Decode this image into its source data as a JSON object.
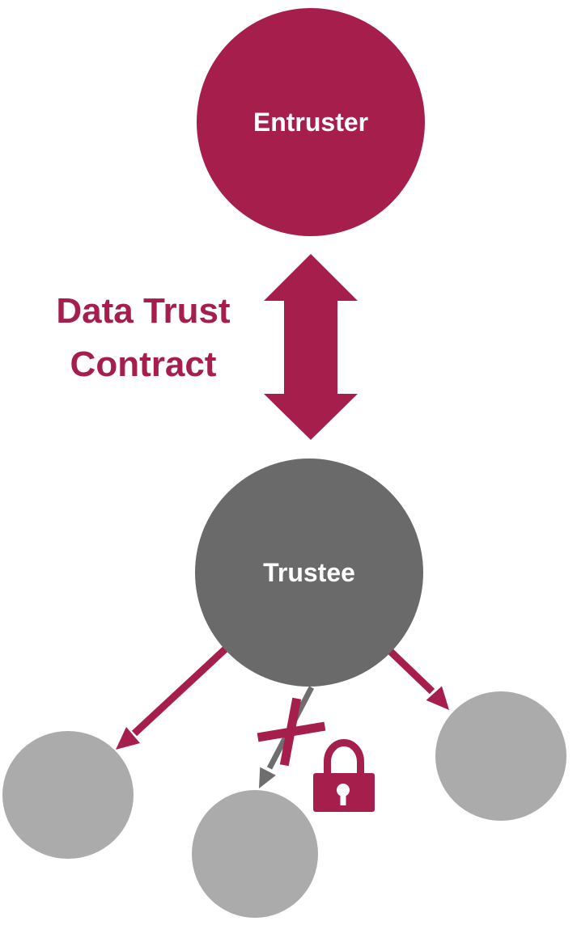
{
  "colors": {
    "crimson": "#A61E4C",
    "node_dark_gray": "#6A6A6A",
    "node_light_gray": "#ABABAB",
    "arrow_gray": "#6E6E6E",
    "background": "#FFFFFF",
    "label_white": "#FFFFFF"
  },
  "nodes": {
    "entruster": {
      "label": "Entruster"
    },
    "trustee": {
      "label": "Trustee"
    },
    "recipients": {
      "count": 3,
      "labels": [
        "",
        "",
        ""
      ]
    }
  },
  "contract": {
    "label": "Data Trust Contract"
  },
  "icons": {
    "double_arrow": "double-headed-vertical-arrow",
    "x_mark": "x-cross-blocked",
    "lock": "padlock-closed"
  }
}
